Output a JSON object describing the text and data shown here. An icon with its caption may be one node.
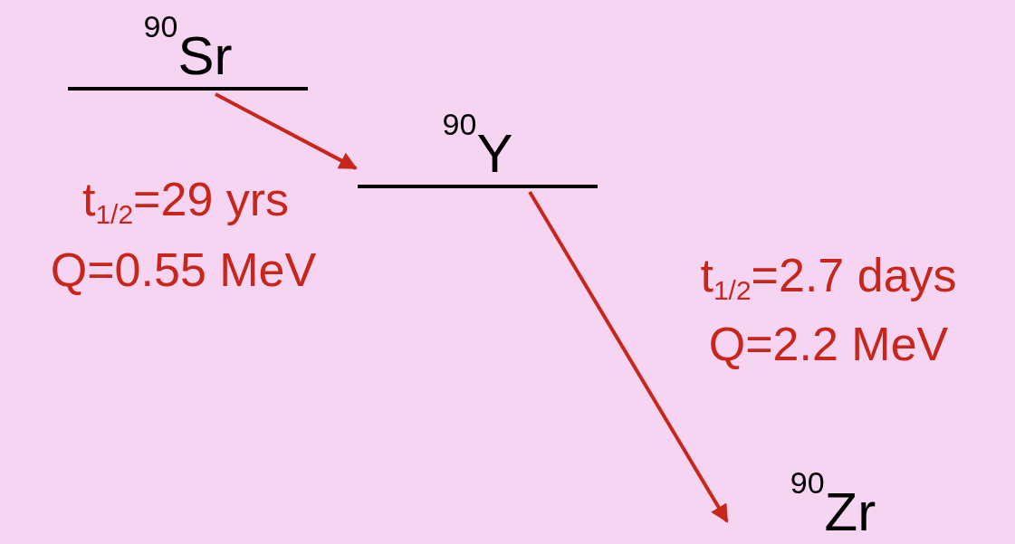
{
  "diagram": {
    "nodes": [
      {
        "text": [
          "$^{90}$Sr"
        ]
      },
      {
        "text": [
          "$^{90}$Y"
        ]
      },
      {
        "text": [
          "$^{90}$Zr"
        ]
      }
    ],
    "edges": [
      {
        "from": 0,
        "to": 1,
        "arrow": "to"
      },
      {
        "from": 1,
        "to": 2,
        "arrow": "to"
      }
    ],
    "labels": [
      "t$_{1/2}$=29 yrs",
      "Q=0.55 MeV",
      "t$_{1/2}$=2.7 days",
      "Q=2.2 MeV"
    ]
  }
}
